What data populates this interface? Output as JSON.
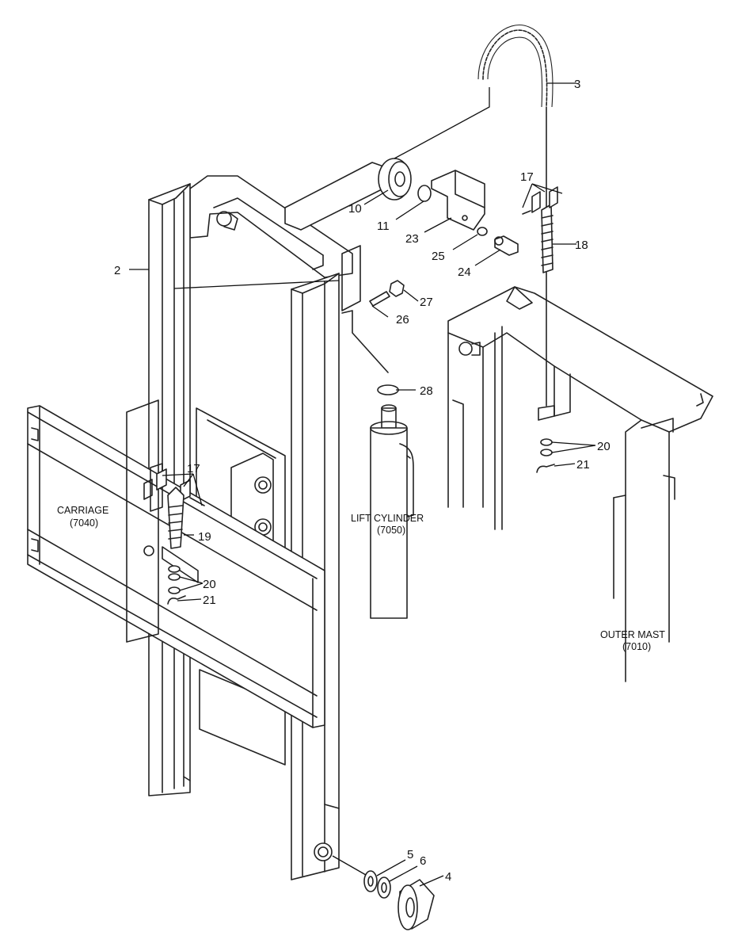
{
  "callouts": {
    "c2": "2",
    "c3": "3",
    "c4": "4",
    "c5": "5",
    "c6": "6",
    "c10": "10",
    "c11": "11",
    "c17a": "17",
    "c17b": "17",
    "c18": "18",
    "c19": "19",
    "c20a": "20",
    "c20b": "20",
    "c21a": "21",
    "c21b": "21",
    "c23": "23",
    "c24": "24",
    "c25": "25",
    "c26": "26",
    "c27": "27",
    "c28": "28"
  },
  "labels": {
    "carriage": {
      "name": "CARRIAGE",
      "code": "(7040)"
    },
    "lift_cylinder": {
      "name": "LIFT CYLINDER",
      "code": "(7050)"
    },
    "outer_mast": {
      "name": "OUTER MAST",
      "code": "(7010)"
    }
  }
}
